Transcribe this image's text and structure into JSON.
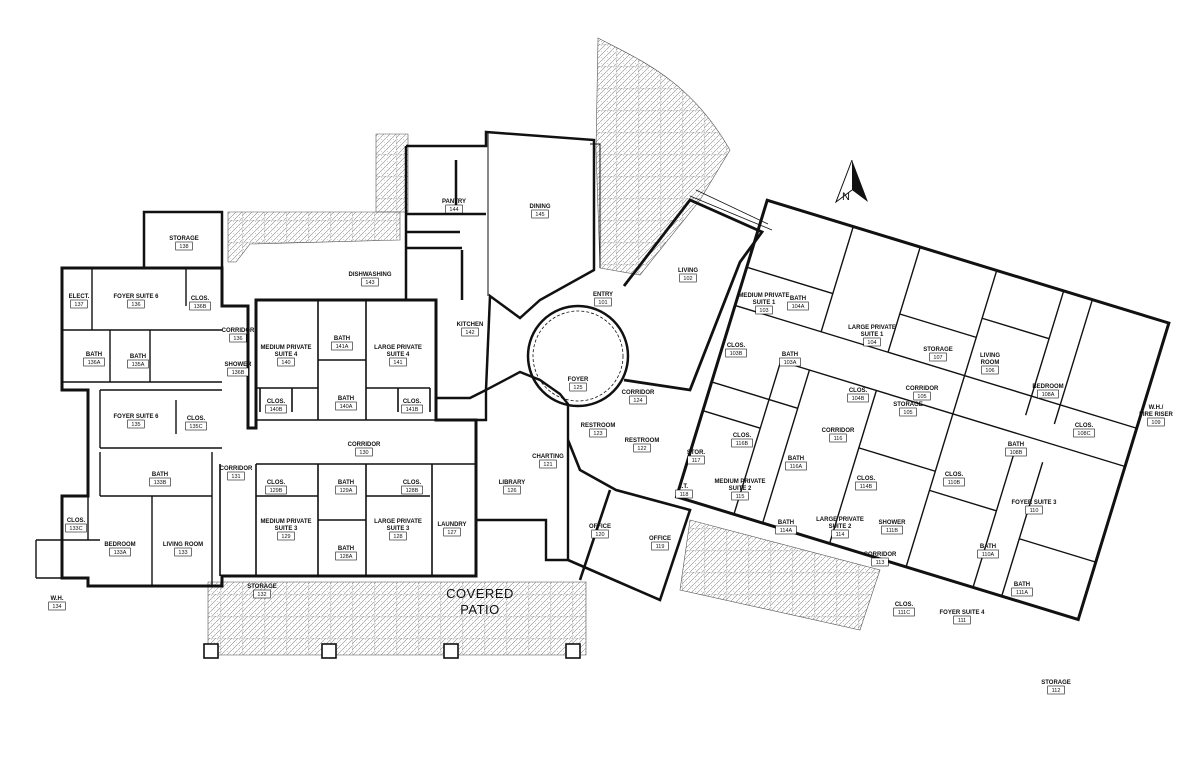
{
  "palette": {
    "ink": "#111111",
    "paper": "#ffffff",
    "hatch": "#8a8a8a",
    "label_box": "#ffffff"
  },
  "north_label": "N",
  "patio_label": [
    "COVERED",
    "PATIO"
  ],
  "rooms": [
    {
      "id": "r137",
      "name": [
        "ELECT."
      ],
      "num": "137"
    },
    {
      "id": "r136",
      "name": [
        "FOYER SUITE 6"
      ],
      "num": "136"
    },
    {
      "id": "r136b",
      "name": [
        "CLOS."
      ],
      "num": "136B"
    },
    {
      "id": "r138",
      "name": [
        "STORAGE"
      ],
      "num": "138"
    },
    {
      "id": "r136a",
      "name": [
        "BATH"
      ],
      "num": "136A"
    },
    {
      "id": "r135a",
      "name": [
        "BATH"
      ],
      "num": "135A"
    },
    {
      "id": "r136c",
      "name": [
        "CORRIDOR"
      ],
      "num": "136"
    },
    {
      "id": "r136s",
      "name": [
        "SHOWER"
      ],
      "num": "136B"
    },
    {
      "id": "r135",
      "name": [
        "FOYER SUITE 6"
      ],
      "num": "135"
    },
    {
      "id": "r135c",
      "name": [
        "CLOS."
      ],
      "num": "135C"
    },
    {
      "id": "r133b",
      "name": [
        "BATH"
      ],
      "num": "133B"
    },
    {
      "id": "r131",
      "name": [
        "CORRIDOR"
      ],
      "num": "131"
    },
    {
      "id": "r133c",
      "name": [
        "CLOS."
      ],
      "num": "133C"
    },
    {
      "id": "r133a",
      "name": [
        "BEDROOM"
      ],
      "num": "133A"
    },
    {
      "id": "r133",
      "name": [
        "LIVING ROOM"
      ],
      "num": "133"
    },
    {
      "id": "r134",
      "name": [
        "W.H."
      ],
      "num": "134"
    },
    {
      "id": "r132",
      "name": [
        "STORAGE"
      ],
      "num": "132"
    },
    {
      "id": "r144",
      "name": [
        "PANTRY"
      ],
      "num": "144"
    },
    {
      "id": "r143",
      "name": [
        "DISHWASHING"
      ],
      "num": "143"
    },
    {
      "id": "r145",
      "name": [
        "DINING"
      ],
      "num": "145"
    },
    {
      "id": "r142",
      "name": [
        "KITCHEN"
      ],
      "num": "142"
    },
    {
      "id": "r140",
      "name": [
        "MEDIUM PRIVATE",
        "SUITE 4"
      ],
      "num": "140"
    },
    {
      "id": "r141a",
      "name": [
        "BATH"
      ],
      "num": "141A"
    },
    {
      "id": "r141",
      "name": [
        "LARGE PRIVATE",
        "SUITE 4"
      ],
      "num": "141"
    },
    {
      "id": "r140b",
      "name": [
        "CLOS."
      ],
      "num": "140B"
    },
    {
      "id": "r140a",
      "name": [
        "BATH"
      ],
      "num": "140A"
    },
    {
      "id": "r141b",
      "name": [
        "CLOS."
      ],
      "num": "141B"
    },
    {
      "id": "r130",
      "name": [
        "CORRIDOR"
      ],
      "num": "130"
    },
    {
      "id": "r129b",
      "name": [
        "CLOS."
      ],
      "num": "129B"
    },
    {
      "id": "r129a",
      "name": [
        "BATH"
      ],
      "num": "129A"
    },
    {
      "id": "r128b",
      "name": [
        "CLOS."
      ],
      "num": "128B"
    },
    {
      "id": "r129",
      "name": [
        "MEDIUM PRIVATE",
        "SUITE 3"
      ],
      "num": "129"
    },
    {
      "id": "r128a",
      "name": [
        "BATH"
      ],
      "num": "128A"
    },
    {
      "id": "r128",
      "name": [
        "LARGE PRIVATE",
        "SUITE 3"
      ],
      "num": "128"
    },
    {
      "id": "r127",
      "name": [
        "LAUNDRY"
      ],
      "num": "127"
    },
    {
      "id": "r126",
      "name": [
        "LIBRARY"
      ],
      "num": "126"
    },
    {
      "id": "r101",
      "name": [
        "ENTRY"
      ],
      "num": "101"
    },
    {
      "id": "r102",
      "name": [
        "LIVING"
      ],
      "num": "102"
    },
    {
      "id": "r125",
      "name": [
        "FOYER"
      ],
      "num": "125"
    },
    {
      "id": "r124",
      "name": [
        "CORRIDOR"
      ],
      "num": "124"
    },
    {
      "id": "r123",
      "name": [
        "RESTROOM"
      ],
      "num": "123"
    },
    {
      "id": "r122",
      "name": [
        "RESTROOM"
      ],
      "num": "122"
    },
    {
      "id": "r121",
      "name": [
        "CHARTING"
      ],
      "num": "121"
    },
    {
      "id": "r120",
      "name": [
        "OFFICE"
      ],
      "num": "120"
    },
    {
      "id": "r119",
      "name": [
        "OFFICE"
      ],
      "num": "119"
    },
    {
      "id": "r103",
      "name": [
        "MEDIUM PRIVATE",
        "SUITE 1"
      ],
      "num": "103"
    },
    {
      "id": "r103b",
      "name": [
        "CLOS."
      ],
      "num": "103B"
    },
    {
      "id": "r104a",
      "name": [
        "BATH"
      ],
      "num": "104A"
    },
    {
      "id": "r103a",
      "name": [
        "BATH"
      ],
      "num": "103A"
    },
    {
      "id": "r104",
      "name": [
        "LARGE PRIVATE",
        "SUITE 1"
      ],
      "num": "104"
    },
    {
      "id": "r104b",
      "name": [
        "CLOS."
      ],
      "num": "104B"
    },
    {
      "id": "r107",
      "name": [
        "STORAGE"
      ],
      "num": "107"
    },
    {
      "id": "r105",
      "name": [
        "CORRIDOR"
      ],
      "num": "105"
    },
    {
      "id": "r105s",
      "name": [
        "STORAGE"
      ],
      "num": "105"
    },
    {
      "id": "r106",
      "name": [
        "LIVING",
        "ROOM"
      ],
      "num": "106"
    },
    {
      "id": "r108a",
      "name": [
        "BEDROOM"
      ],
      "num": "108A"
    },
    {
      "id": "r109",
      "name": [
        "W.H./",
        "FIRE RISER"
      ],
      "num": "109"
    },
    {
      "id": "r108c",
      "name": [
        "CLOS."
      ],
      "num": "108C"
    },
    {
      "id": "r108b",
      "name": [
        "BATH"
      ],
      "num": "108B"
    },
    {
      "id": "r116b",
      "name": [
        "CLOS."
      ],
      "num": "116B"
    },
    {
      "id": "r116",
      "name": [
        "CORRIDOR"
      ],
      "num": "116"
    },
    {
      "id": "r117",
      "name": [
        "STOR."
      ],
      "num": "117"
    },
    {
      "id": "r118",
      "name": [
        "I.T."
      ],
      "num": "118"
    },
    {
      "id": "r116a",
      "name": [
        "BATH"
      ],
      "num": "116A"
    },
    {
      "id": "r115",
      "name": [
        "MEDIUM PRIVATE",
        "SUITE 2"
      ],
      "num": "115"
    },
    {
      "id": "r114b",
      "name": [
        "CLOS."
      ],
      "num": "114B"
    },
    {
      "id": "r114a",
      "name": [
        "BATH"
      ],
      "num": "114A"
    },
    {
      "id": "r114",
      "name": [
        "LARGE PRIVATE",
        "SUITE 2"
      ],
      "num": "114"
    },
    {
      "id": "r110b",
      "name": [
        "CLOS."
      ],
      "num": "110B"
    },
    {
      "id": "r110",
      "name": [
        "FOYER SUITE 3"
      ],
      "num": "110"
    },
    {
      "id": "r111b",
      "name": [
        "SHOWER"
      ],
      "num": "111B"
    },
    {
      "id": "r113",
      "name": [
        "CORRIDOR"
      ],
      "num": "113"
    },
    {
      "id": "r110a",
      "name": [
        "BATH"
      ],
      "num": "110A"
    },
    {
      "id": "r111a",
      "name": [
        "BATH"
      ],
      "num": "111A"
    },
    {
      "id": "r111c",
      "name": [
        "CLOS."
      ],
      "num": "111C"
    },
    {
      "id": "r111",
      "name": [
        "FOYER SUITE 4"
      ],
      "num": "111"
    },
    {
      "id": "r112",
      "name": [
        "STORAGE"
      ],
      "num": "112"
    }
  ]
}
